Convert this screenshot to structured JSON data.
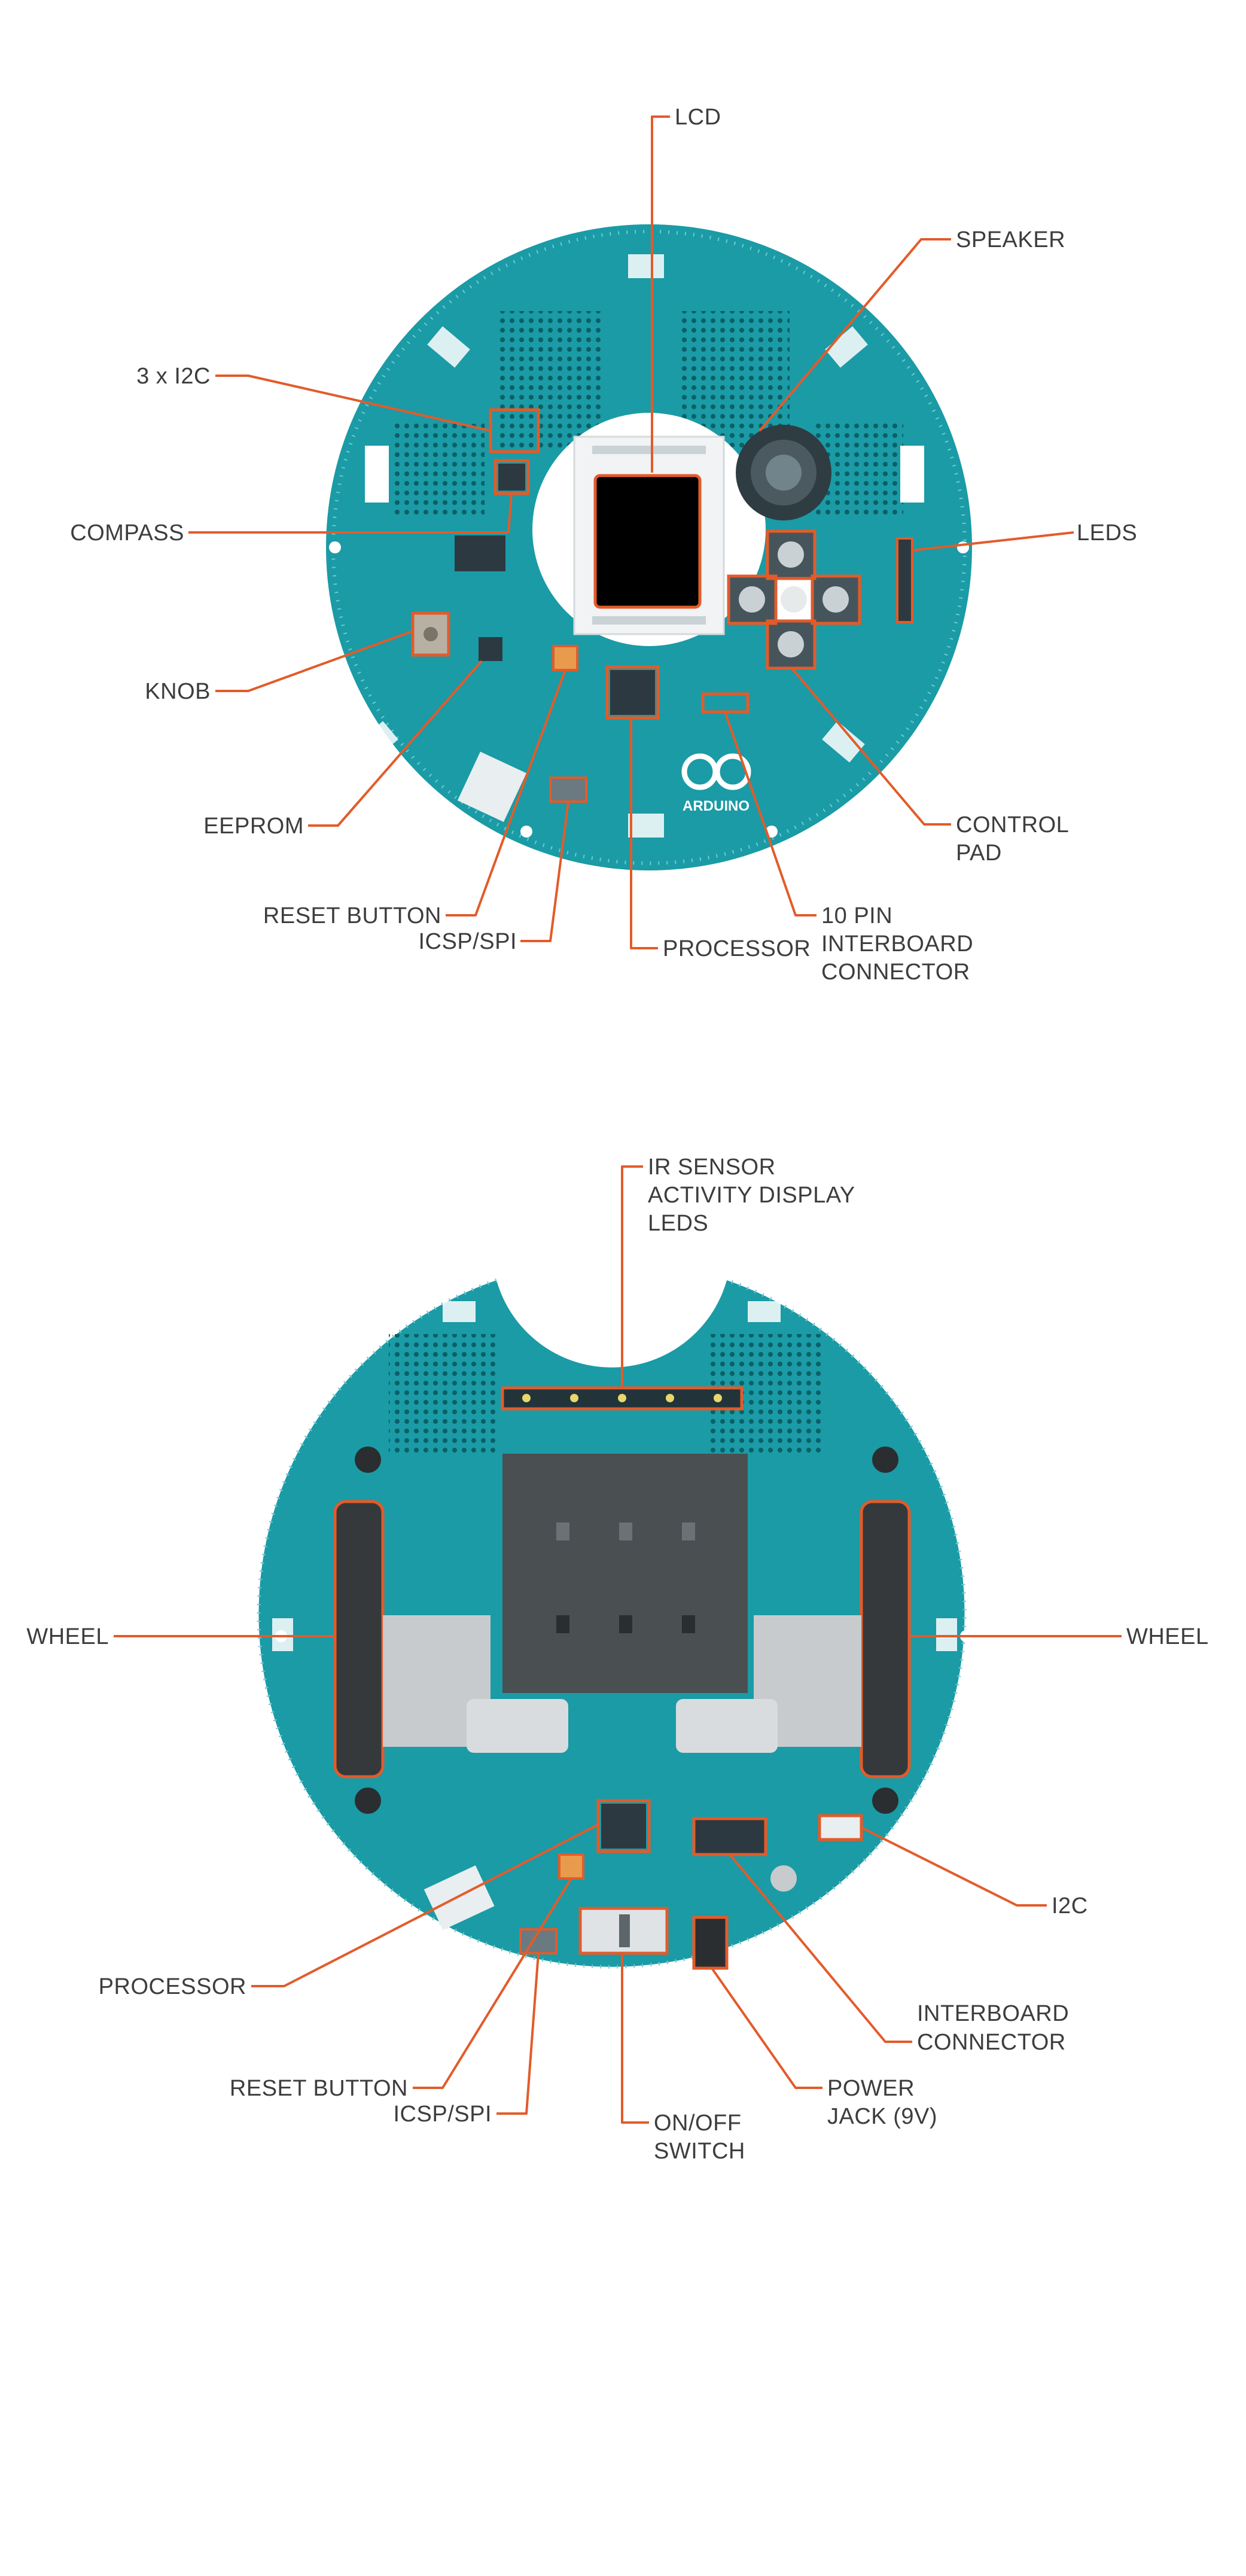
{
  "top_board": {
    "lcd_label": "LCD",
    "speaker_label": "SPEAKER",
    "i2c_label": "3 x I2C",
    "compass_label": "COMPASS",
    "leds_label": "LEDS",
    "knob_label": "KNOB",
    "eeprom_label": "EEPROM",
    "control_pad_label_1": "CONTROL",
    "control_pad_label_2": "PAD",
    "reset_label": "RESET BUTTON",
    "icsp_label": "ICSP/SPI",
    "processor_label": "PROCESSOR",
    "interboard_label_1": "10 PIN",
    "interboard_label_2": "INTERBOARD",
    "interboard_label_3": "CONNECTOR",
    "logo_text": "ARDUINO"
  },
  "bottom_board": {
    "ir_label_1": "IR SENSOR",
    "ir_label_2": "ACTIVITY DISPLAY",
    "ir_label_3": "LEDS",
    "wheel_left_label": "WHEEL",
    "wheel_right_label": "WHEEL",
    "i2c_label": "I2C",
    "processor_label": "PROCESSOR",
    "interboard_label_1": "INTERBOARD",
    "interboard_label_2": "CONNECTOR",
    "reset_label": "RESET BUTTON",
    "icsp_label": "ICSP/SPI",
    "power_label_1": "POWER",
    "power_label_2": "JACK (9V)",
    "switch_label_1": "ON/OFF",
    "switch_label_2": "SWITCH"
  }
}
